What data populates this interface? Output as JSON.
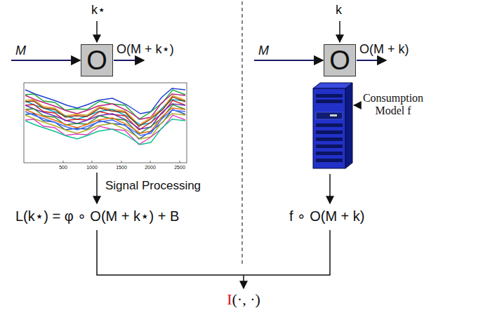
{
  "diagram": {
    "nodes": [
      {
        "text": [
          "O"
        ]
      },
      {
        "text": [
          "O"
        ]
      }
    ],
    "labels": [
      "k⋆",
      "M",
      "O(M + k⋆)",
      "500",
      "1000",
      "1500",
      "2000",
      "2500",
      "Signal Processing",
      "L(k⋆) = φ ∘ O(M + k⋆) + B",
      "k",
      "M",
      "O(M + k)",
      "Consumption Model f",
      "f ∘ O(M + k)",
      "I(·, ·)"
    ]
  }
}
